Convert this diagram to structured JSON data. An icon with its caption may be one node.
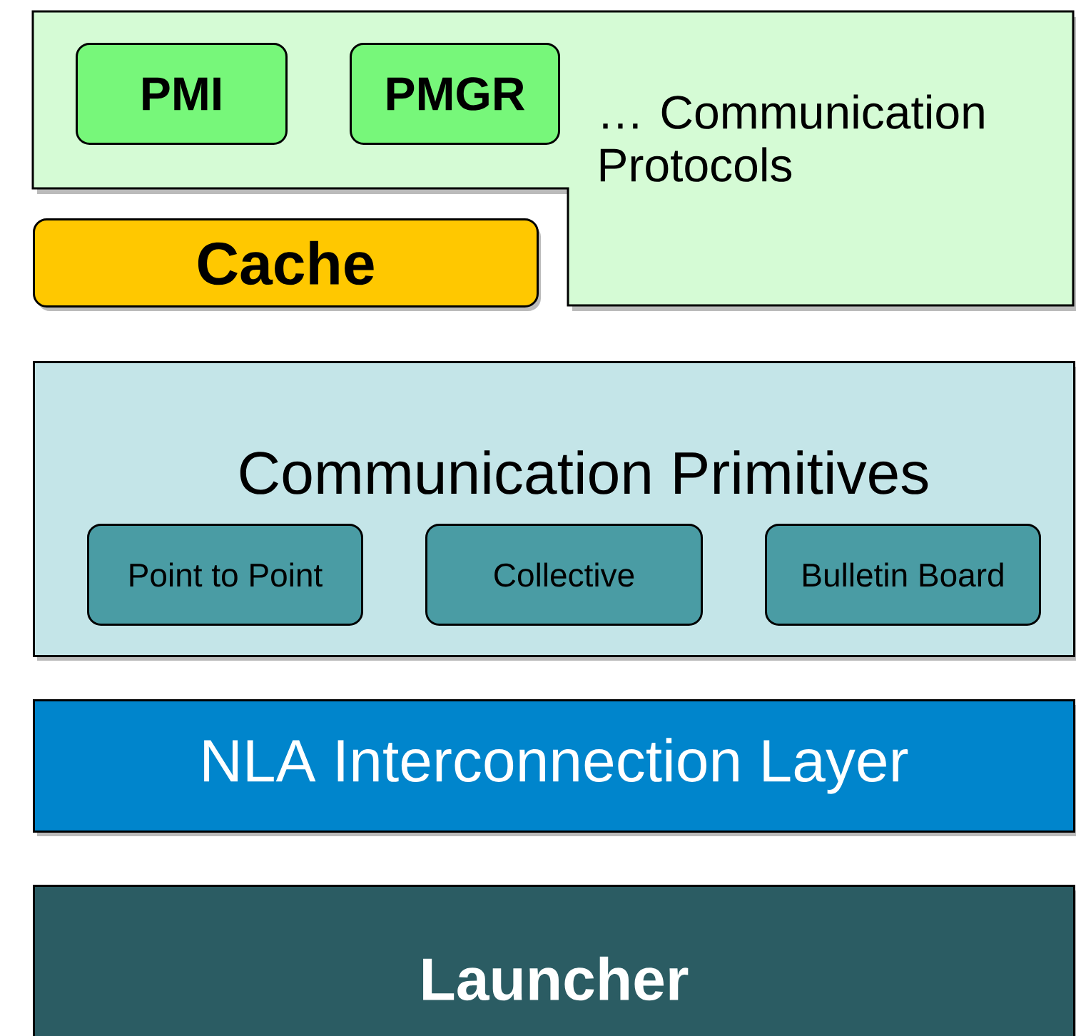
{
  "diagram": {
    "nodes": [
      {
        "text": [
          "… Communication Protocols"
        ]
      },
      {
        "text": [
          "PMI"
        ],
        "in": 0
      },
      {
        "text": [
          "PMGR"
        ],
        "in": 0
      },
      {
        "text": [
          "Cache"
        ]
      },
      {
        "text": [
          "Communication Primitives"
        ]
      },
      {
        "text": [
          "Point to Point"
        ],
        "in": 4
      },
      {
        "text": [
          "Collective"
        ],
        "in": 4
      },
      {
        "text": [
          "Bulletin Board"
        ],
        "in": 4
      },
      {
        "text": [
          "NLA Interconnection Layer"
        ]
      },
      {
        "text": [
          "Launcher"
        ]
      }
    ]
  }
}
